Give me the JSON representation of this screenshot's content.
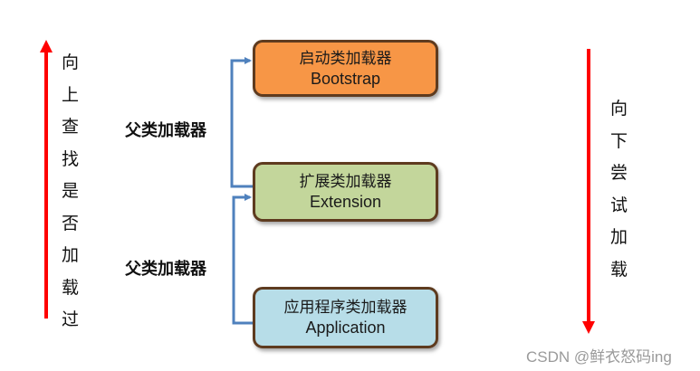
{
  "diagram": {
    "left_arrow_label": [
      "向",
      "上",
      "查",
      "找",
      "是",
      "否",
      "加",
      "载",
      "过"
    ],
    "right_arrow_label": [
      "向",
      "下",
      "尝",
      "试",
      "加",
      "载"
    ],
    "parent_label_1": "父类加载器",
    "parent_label_2": "父类加载器",
    "boxes": [
      {
        "title": "启动类加载器",
        "subtitle": "Bootstrap",
        "color": "#f79646"
      },
      {
        "title": "扩展类加载器",
        "subtitle": "Extension",
        "color": "#c3d69b"
      },
      {
        "title": "应用程序类加载器",
        "subtitle": "Application",
        "color": "#b7dde8"
      }
    ],
    "colors": {
      "arrow_red": "#ff0000",
      "connector_blue": "#4f81bd",
      "box_border": "#5e3b1f"
    }
  },
  "watermark": "CSDN @鲜衣怒码ing"
}
